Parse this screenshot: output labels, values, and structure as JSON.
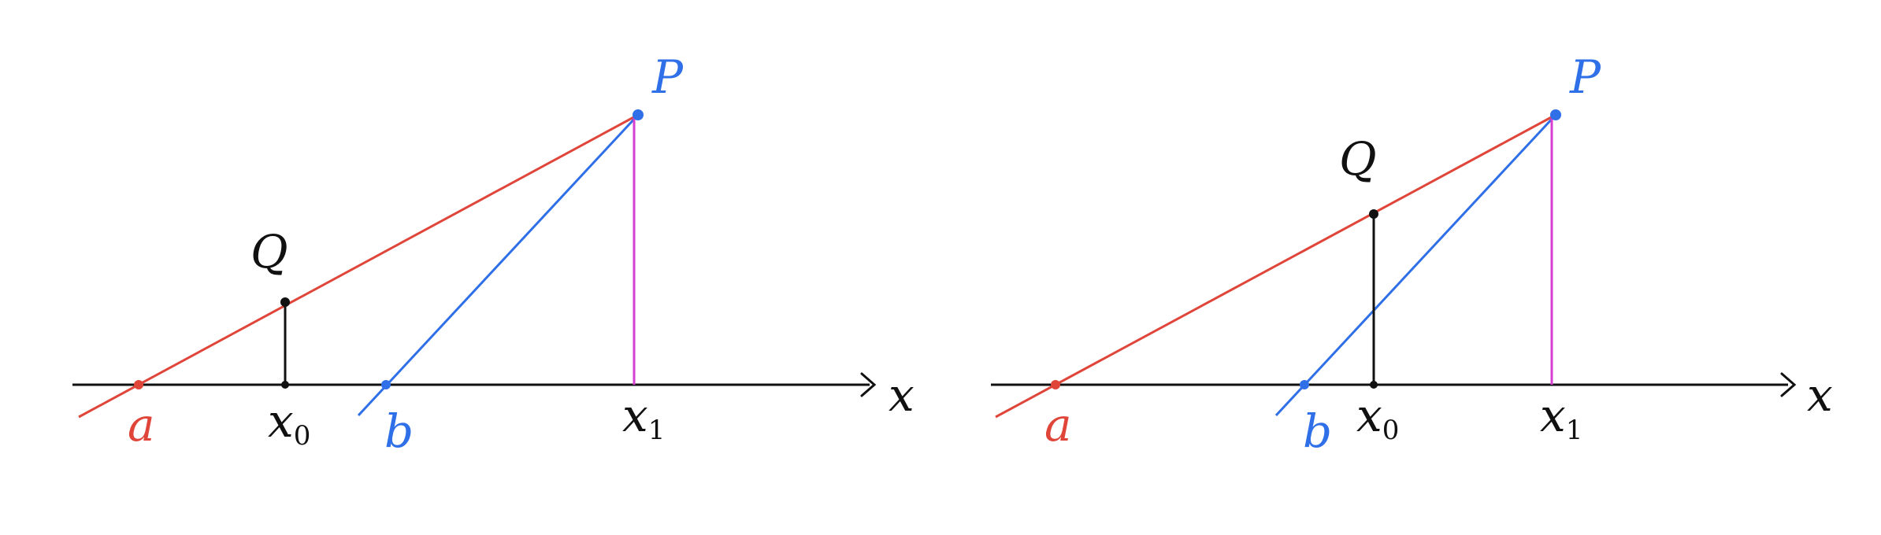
{
  "colors": {
    "axis": "#111111",
    "red_line": "#e0453a",
    "blue_line": "#2f6fe8",
    "vertical": "#d63fd1",
    "point_black": "#111111"
  },
  "left_diagram": {
    "axis_label": "x",
    "label_a": "a",
    "label_b": "b",
    "label_x0": "x",
    "label_x0_sub": "0",
    "label_x1": "x",
    "label_x1_sub": "1",
    "label_P": "P",
    "label_Q": "Q"
  },
  "right_diagram": {
    "axis_label": "x",
    "label_a": "a",
    "label_b": "b",
    "label_x0": "x",
    "label_x0_sub": "0",
    "label_x1": "x",
    "label_x1_sub": "1",
    "label_P": "P",
    "label_Q": "Q"
  }
}
